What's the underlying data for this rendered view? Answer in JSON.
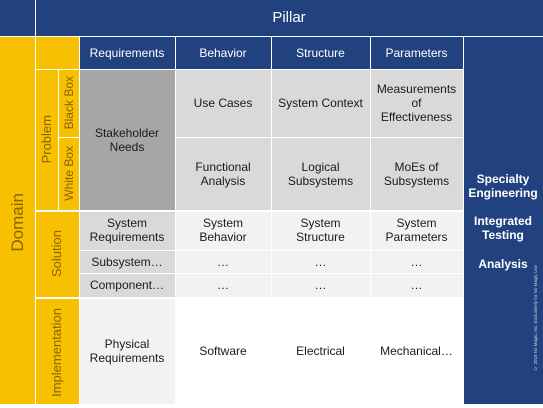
{
  "pillar": "Pillar",
  "domain": "Domain",
  "columns": [
    "Requirements",
    "Behavior",
    "Structure",
    "Parameters"
  ],
  "groups": {
    "problem": "Problem",
    "black_box": "Black Box",
    "white_box": "White Box",
    "solution": "Solution",
    "implementation": "Implementation"
  },
  "cells": {
    "stakeholder_needs": "Stakeholder Needs",
    "use_cases": "Use Cases",
    "system_context": "System Context",
    "moe": "Measurements of Effectiveness",
    "functional_analysis": "Functional Analysis",
    "logical_subsystems": "Logical Subsystems",
    "moe_subsystems": "MoEs of Subsystems",
    "system_requirements": "System Requirements",
    "system_behavior": "System Behavior",
    "system_structure": "System Structure",
    "system_parameters": "System Parameters",
    "subsystem": "Subsystem…",
    "sub_b": "…",
    "sub_s": "…",
    "sub_p": "…",
    "component": "Component…",
    "comp_b": "…",
    "comp_s": "…",
    "comp_p": "…",
    "physical_requirements": "Physical Requirements",
    "software": "Software",
    "electrical": "Electrical",
    "mechanical": "Mechanical…"
  },
  "side": {
    "specialty": "Specialty Engineering",
    "integrated": "Integrated Testing",
    "analysis": "Analysis",
    "copyright": "© 2018 No Magic, Inc. Exclusively for No Magic Use"
  }
}
